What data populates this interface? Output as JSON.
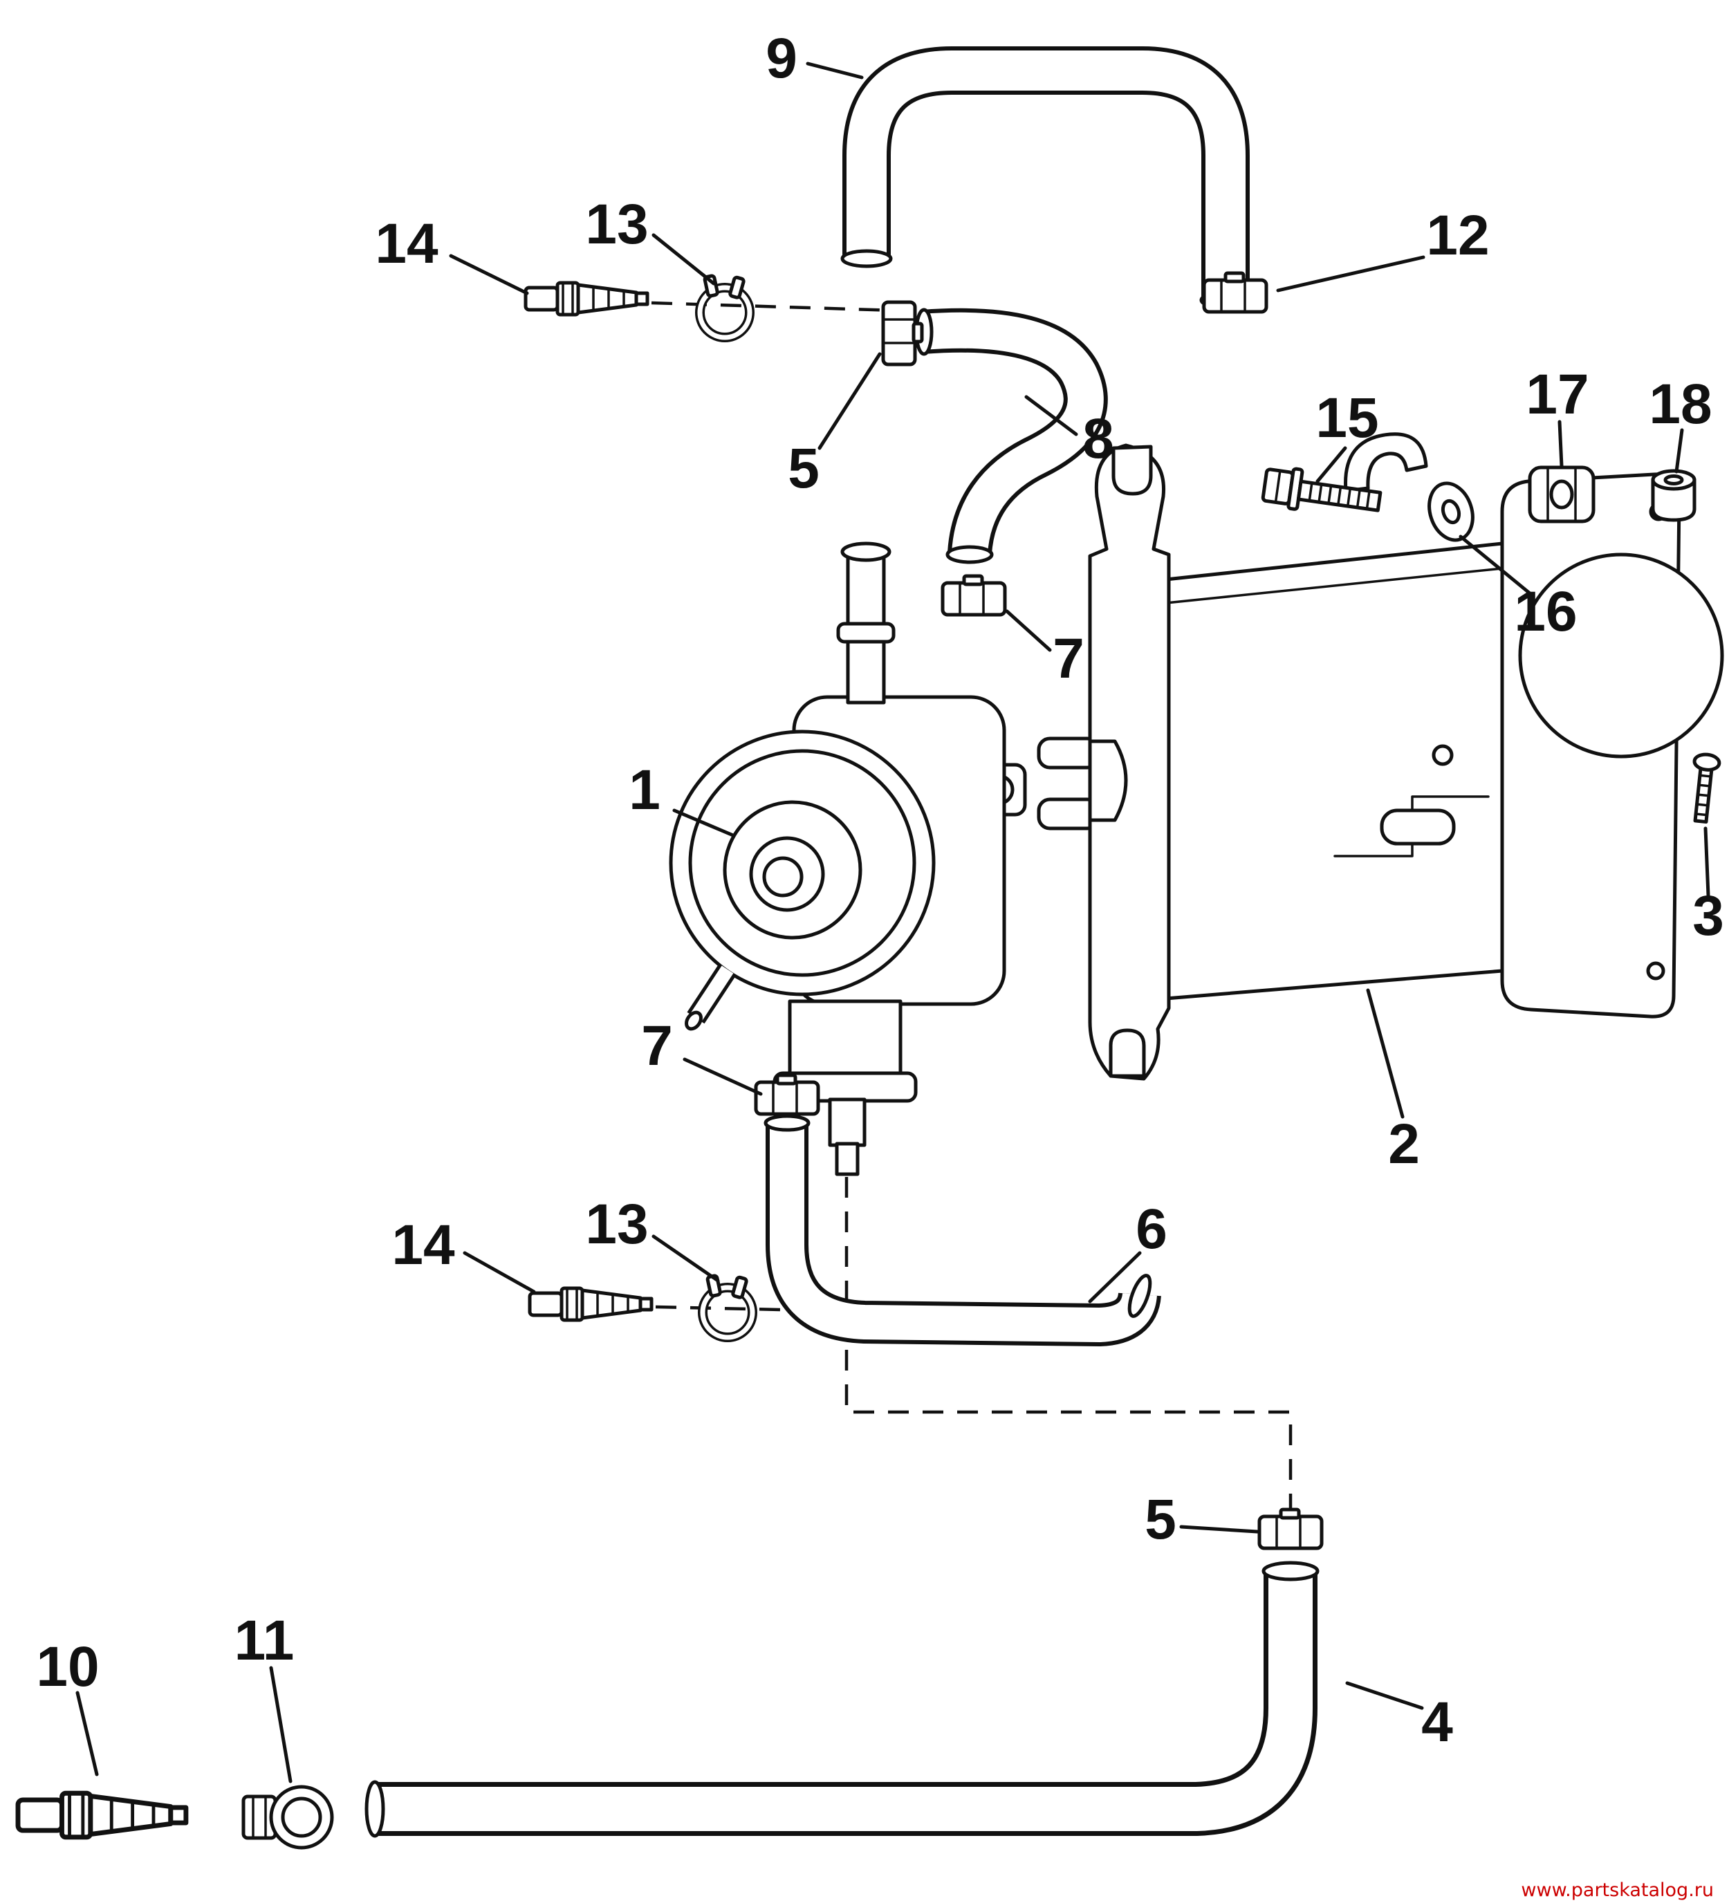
{
  "diagram": {
    "background": "#ffffff",
    "ink_color": "#111111"
  },
  "callouts": {
    "n1": "1",
    "n2": "2",
    "n3": "3",
    "n4": "4",
    "n5": "5",
    "n6": "6",
    "n7": "7",
    "n8": "8",
    "n9": "9",
    "n10": "10",
    "n11": "11",
    "n12": "12",
    "n13": "13",
    "n14": "14",
    "n15": "15",
    "n16": "16",
    "n17": "17",
    "n18": "18"
  },
  "watermark": {
    "text": "www.partskatalog.ru",
    "color": "#cc0000"
  }
}
